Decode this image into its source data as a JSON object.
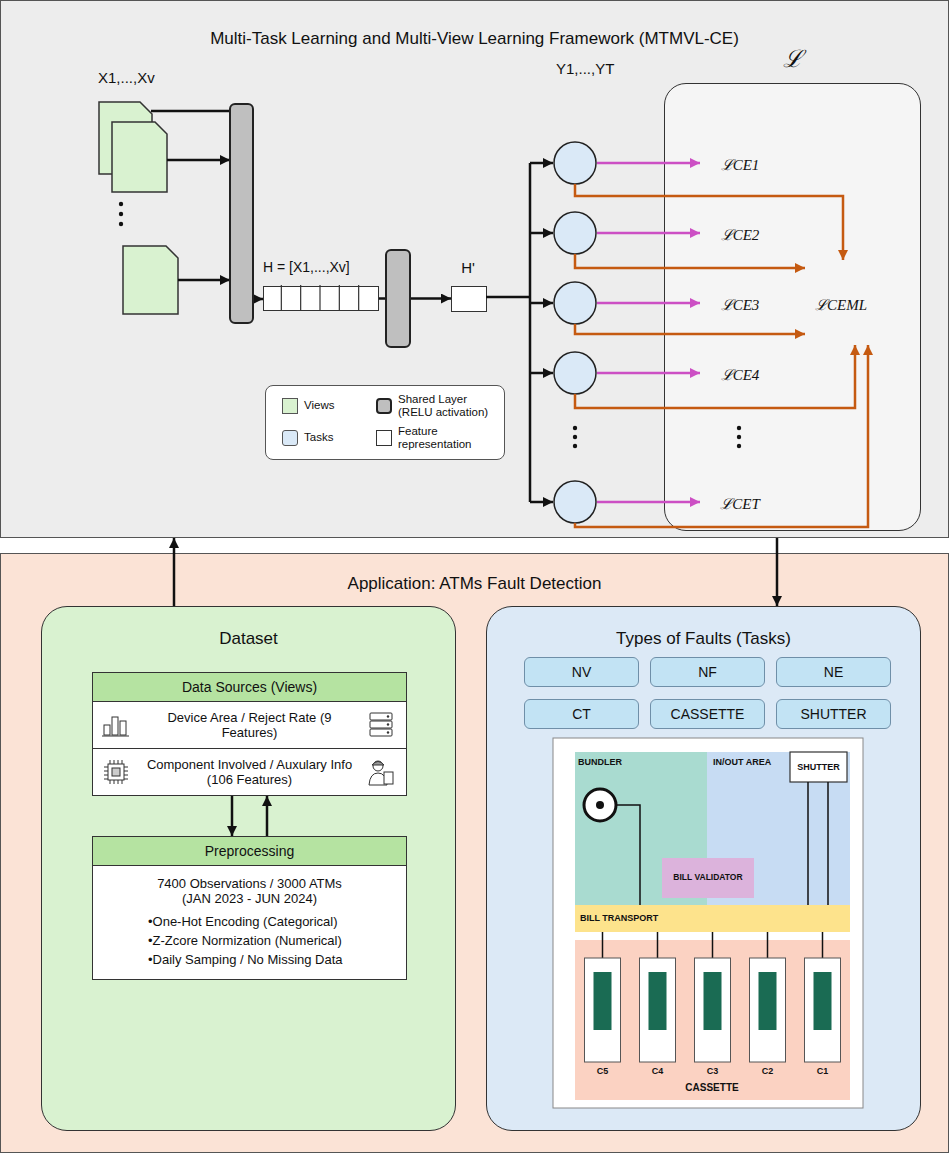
{
  "diagram": {
    "nodes": [
      {
        "text": [
          "Multi-Task Learning and Multi-View Learning Framework (MTMVL-CE)"
        ]
      },
      {
        "text": [
          "X1,...,Xv"
        ],
        "in": 0
      },
      {
        "text": [
          "H = [X1,...,Xv]"
        ],
        "in": 0
      },
      {
        "text": [
          "H'"
        ],
        "in": 0
      },
      {
        "text": [
          "ℒ"
        ],
        "in": 0
      },
      {
        "text": [
          "ℒCE1"
        ],
        "in": 4
      },
      {
        "text": [
          "ℒCE2"
        ],
        "in": 4
      },
      {
        "text": [
          "ℒCE3"
        ],
        "in": 4
      },
      {
        "text": [
          "ℒCE4"
        ],
        "in": 4
      },
      {
        "text": [
          "ℒCET"
        ],
        "in": 4
      },
      {
        "text": [
          "ℒCEML"
        ],
        "in": 4
      },
      {
        "text": [
          "Application: ATMs Fault Detection"
        ]
      },
      {
        "text": [
          "Dataset"
        ],
        "in": 11
      },
      {
        "text": [
          "Data Sources (Views)",
          "Device Area / Reject Rate (9 Features)",
          "Component Involved / Auxulary Info (106 Features)"
        ],
        "in": 12
      },
      {
        "text": [
          "Preprocessing",
          "7400 Observations / 3000 ATMs (JAN 2023 - JUN 2024)",
          "•One-Hot Encoding (Categorical)",
          "•Z-Zcore Normization (Numerical)",
          "•Daily Samping / No Missing Data"
        ],
        "in": 12
      },
      {
        "text": [
          "Types of Faults (Tasks)"
        ],
        "in": 11
      },
      {
        "text": [
          "NV"
        ],
        "in": 15
      },
      {
        "text": [
          "NF"
        ],
        "in": 15
      },
      {
        "text": [
          "NE"
        ],
        "in": 15
      },
      {
        "text": [
          "CT"
        ],
        "in": 15
      },
      {
        "text": [
          "CASSETTE"
        ],
        "in": 15
      },
      {
        "text": [
          "SHUTTER"
        ],
        "in": 15
      }
    ],
    "edges": [
      {
        "from": 1,
        "to": 2,
        "arrow": "to"
      },
      {
        "from": 2,
        "to": 3,
        "arrow": "to"
      },
      {
        "from": 13,
        "to": 14,
        "arrow": "to"
      },
      {
        "from": 14,
        "to": 13,
        "arrow": "to"
      },
      {
        "from": 12,
        "to": 0,
        "arrow": "to"
      },
      {
        "from": 0,
        "to": 15,
        "arrow": "to"
      }
    ],
    "labels": [
      "Y1,...,YT",
      "BUNDLER",
      "IN/OUT AREA",
      "SHUTTER",
      "BILL VALIDATOR",
      "BILL TRANSPORT",
      "C5",
      "C4",
      "C3",
      "C2",
      "C1",
      "CASSETTE"
    ],
    "legend": [
      {
        "text": "Views",
        "color": "#d9f2d0"
      },
      {
        "text": "Shared Layer (RELU activation)",
        "color": "#bfbfbf"
      },
      {
        "text": "Tasks",
        "color": "#dae9f7"
      },
      {
        "text": "Feature representation",
        "color": "#ffffff"
      }
    ]
  }
}
